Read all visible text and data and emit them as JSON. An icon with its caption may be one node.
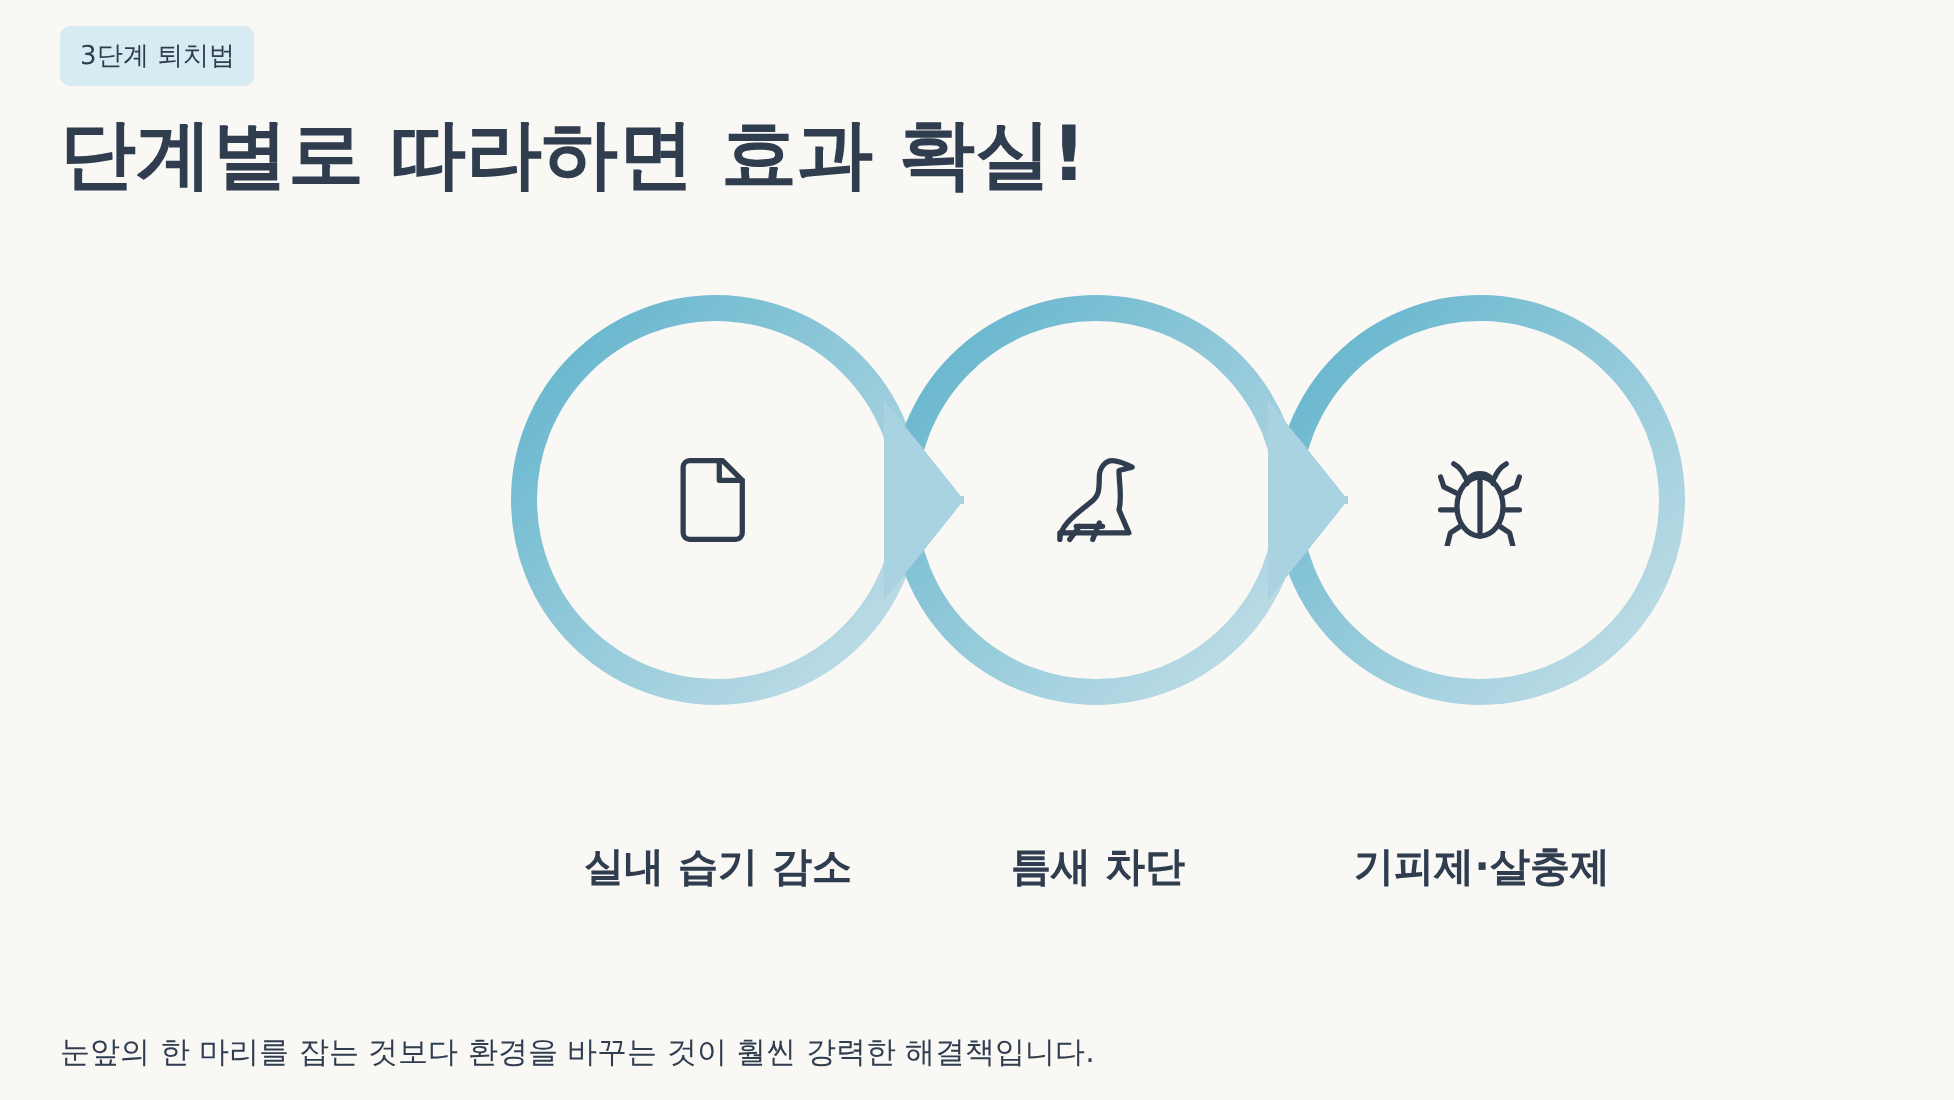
{
  "diagram": {
    "title": "단계별로 따라하면 효과 확실!",
    "caption": "눈앞의 한 마리를 잡는 것보다 환경을 바꾸는 것이 훨씬 강력한 해결책입니다.",
    "nodes": [
      {
        "text": [
          "실내 습기 감소"
        ]
      },
      {
        "text": [
          "틈새 차단"
        ]
      },
      {
        "text": [
          "기피제·살충제"
        ]
      }
    ],
    "edges": [
      {
        "from": 0,
        "to": 1,
        "arrow": "to"
      },
      {
        "from": 1,
        "to": 2,
        "arrow": "to"
      }
    ],
    "labels": [
      "3단계 퇴치법"
    ]
  }
}
